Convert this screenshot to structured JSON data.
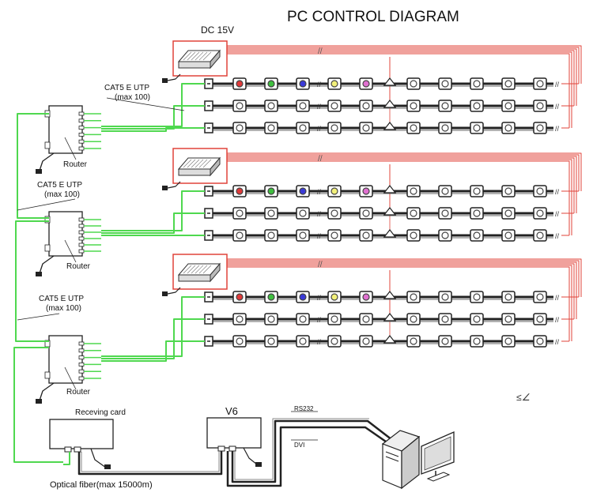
{
  "diagram": {
    "title": "PC CONTROL DIAGRAM",
    "power_supply_label": "DC 15V",
    "cable_label_top_line1": "CAT5 E UTP",
    "cable_label_top_line2": "(max 100)",
    "cable_label_mid_line1": "CAT5 E UTP",
    "cable_label_mid_line2": "(max 100)",
    "cable_label_bot_line1": "CAT5 E UTP",
    "cable_label_bot_line2": "(max 100)",
    "router_labels": [
      "Router",
      "Router",
      "Router"
    ],
    "receiving_card_label": "Receving card",
    "controller_label": "V6",
    "rs232_label": "RS232",
    "dvi_label": "DVI",
    "optical_fiber_label": "Optical fiber(max 15000m)"
  },
  "colors": {
    "data_line": "#4fd84f",
    "power_line": "#e0433a",
    "cable": "#222222",
    "pixel_colors": [
      "#e03a3a",
      "#3fbf3f",
      "#3a3ad8",
      "#f2f07a",
      "#e070d0"
    ]
  },
  "icons": {
    "power_supply": "psu-icon",
    "computer": "desktop-computer-icon",
    "monitor": "monitor-icon"
  }
}
